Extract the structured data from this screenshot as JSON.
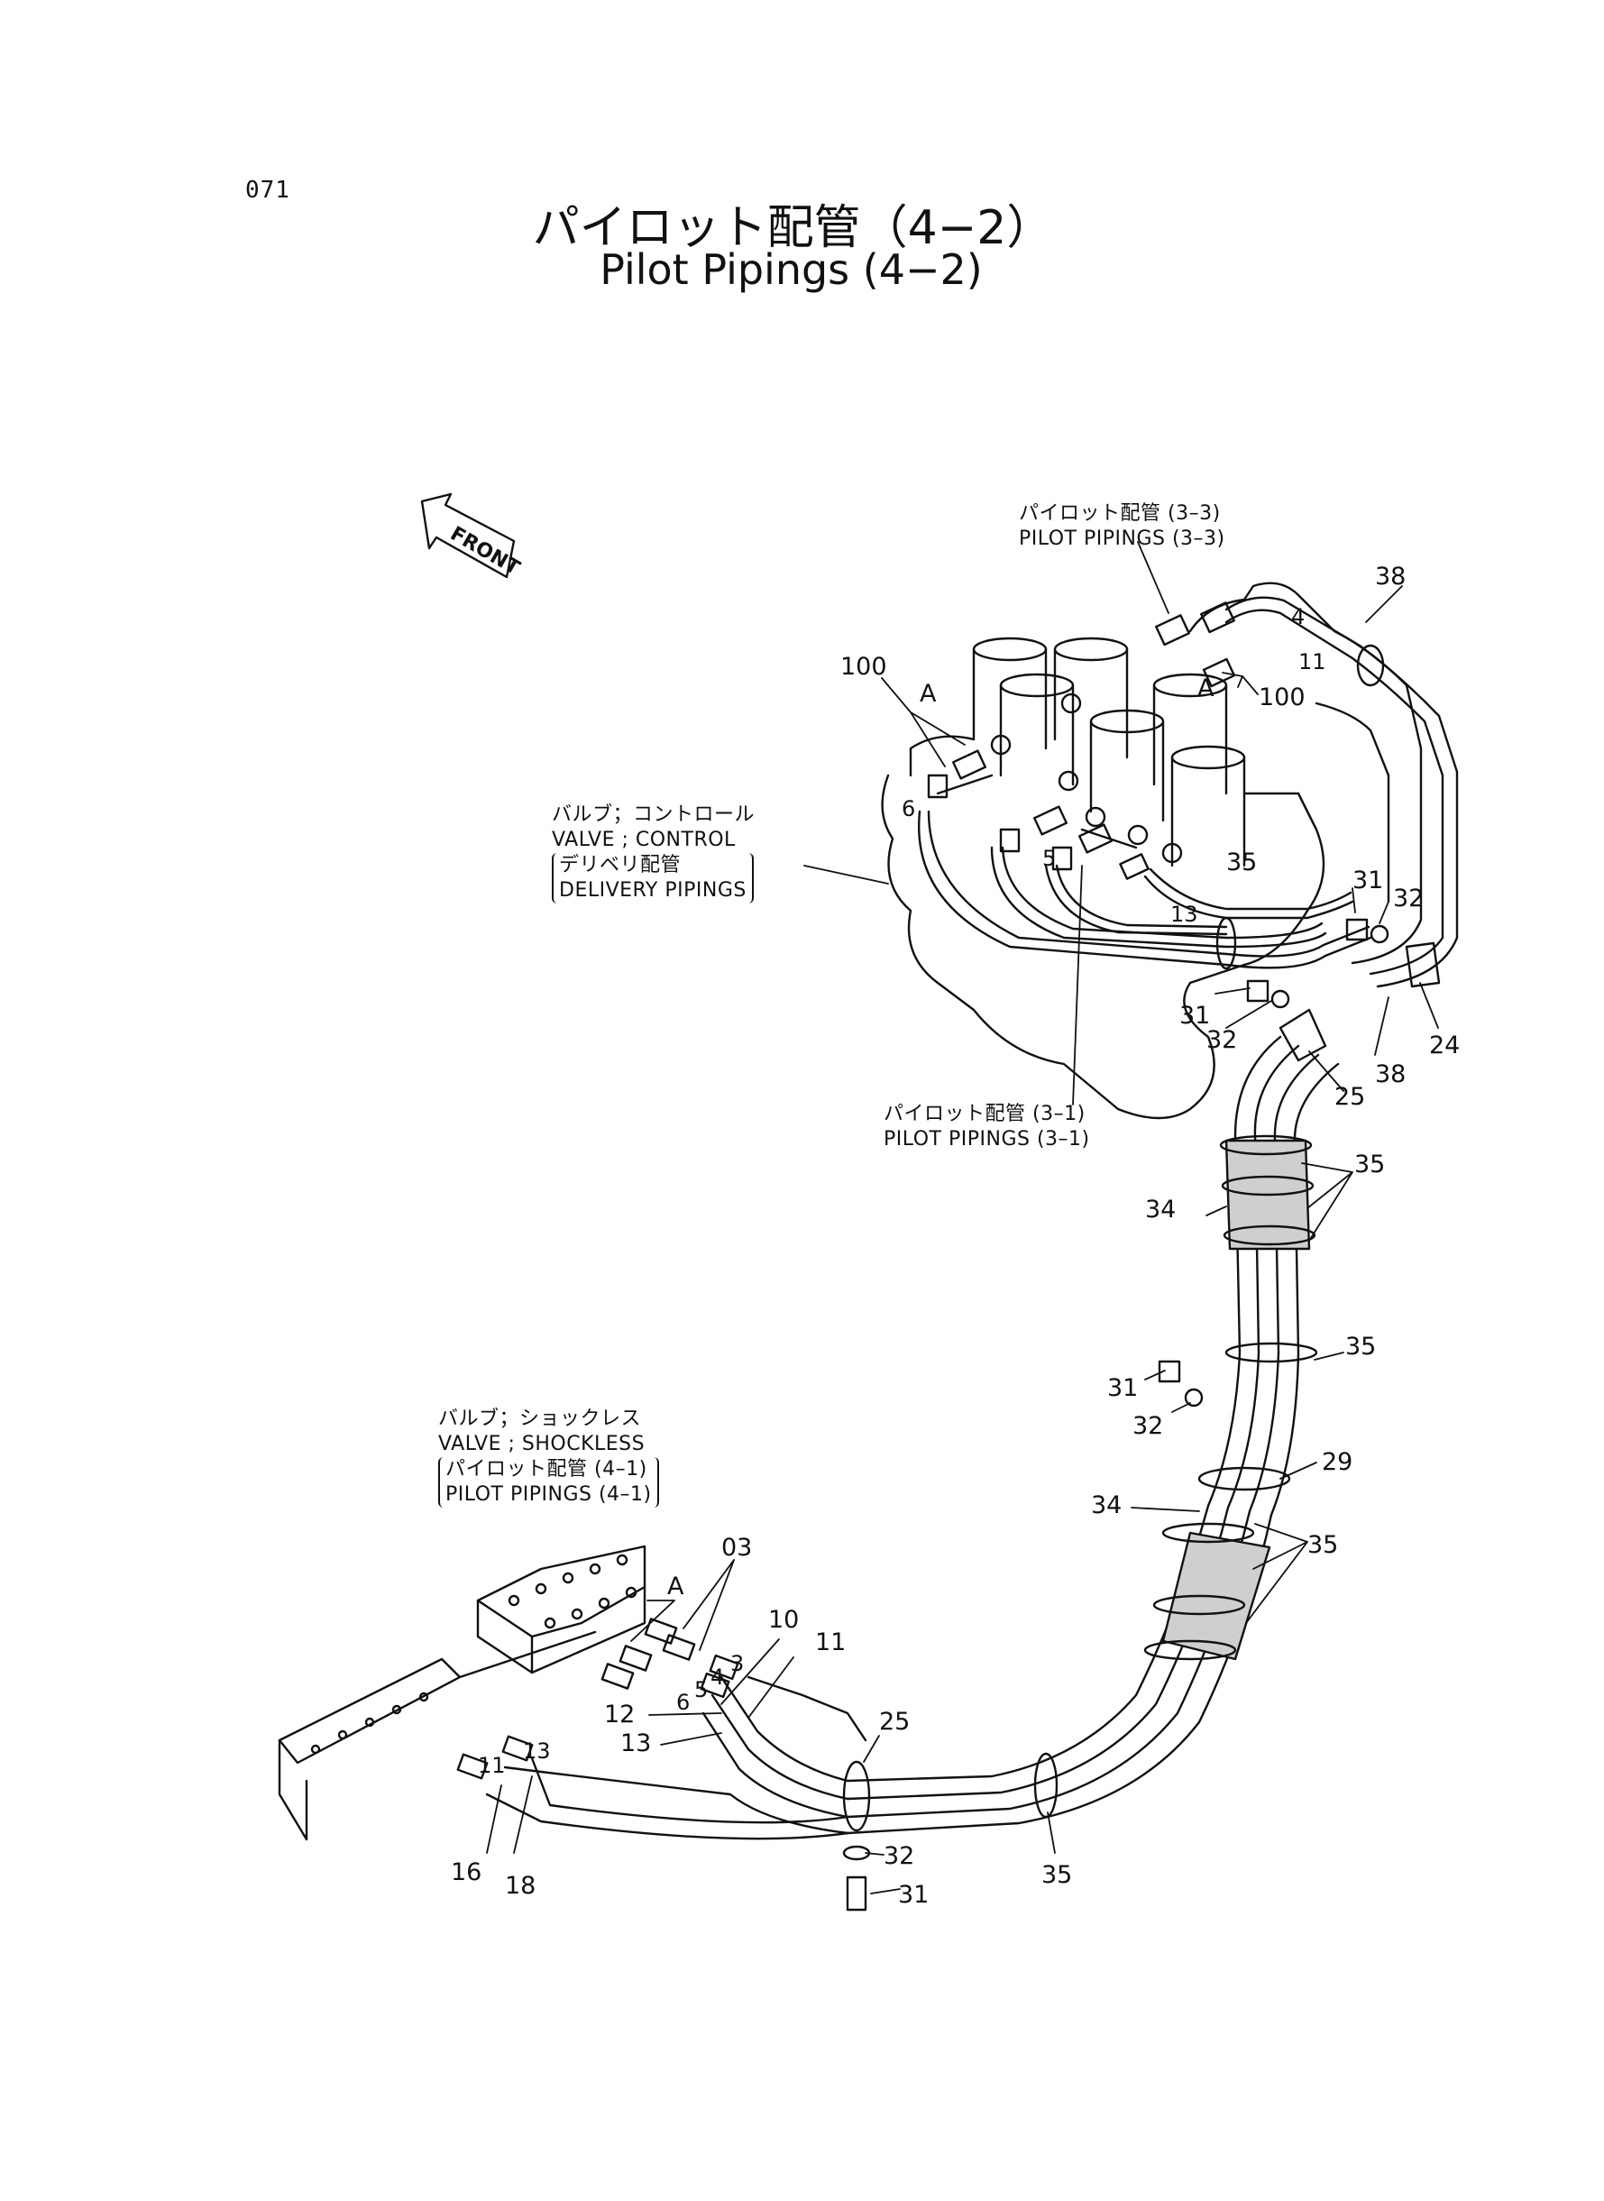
{
  "page_number": "071",
  "title": {
    "jp": "パイロット配管（4−2）",
    "en": "Pilot Pipings (4−2)"
  },
  "references": {
    "pilot_3_3": {
      "jp": "パイロット配管 (3–3)",
      "en": "PILOT  PIPINGS (3–3)"
    },
    "control_valve": {
      "jp": "バルブ；コントロール",
      "en": "VALVE ; CONTROL",
      "sub_jp": "デリベリ配管",
      "sub_en": "DELIVERY  PIPINGS"
    },
    "pilot_3_1": {
      "jp": "パイロット配管 (3–1)",
      "en": "PILOT  PIPINGS (3–1)"
    },
    "shockless_valve": {
      "jp": "バルブ；ショックレス",
      "en": "VALVE ; SHOCKLESS",
      "sub_jp": "パイロット配管 (4–1)",
      "sub_en": "PILOT  PIPINGS (4–1)"
    }
  },
  "front_label": "FRONT",
  "callouts": {
    "c38a": "38",
    "c100a": "100",
    "cAa": "A",
    "cAb": "A",
    "c100b": "100",
    "c4": "4",
    "c11a": "11",
    "c31a": "31",
    "c32a": "32",
    "c35a": "35",
    "c13a": "13",
    "c6a": "6",
    "c5a": "5",
    "c31b": "31",
    "c32b": "32",
    "c24": "24",
    "c38b": "38",
    "c25a": "25",
    "c35b": "35",
    "c34a": "34",
    "c35c": "35",
    "c31c": "31",
    "c32c": "32",
    "c29": "29",
    "c34b": "34",
    "c35d": "35",
    "c03": "03",
    "cAc": "A",
    "c10": "10",
    "c11b": "11",
    "c3": "3",
    "c4b": "4",
    "c5b": "5",
    "c6b": "6",
    "c12": "12",
    "c13b": "13",
    "c25b": "25",
    "c13c": "13",
    "c11c": "11",
    "c16": "16",
    "c18": "18",
    "c32d": "32",
    "c31d": "31",
    "c35e": "35"
  }
}
